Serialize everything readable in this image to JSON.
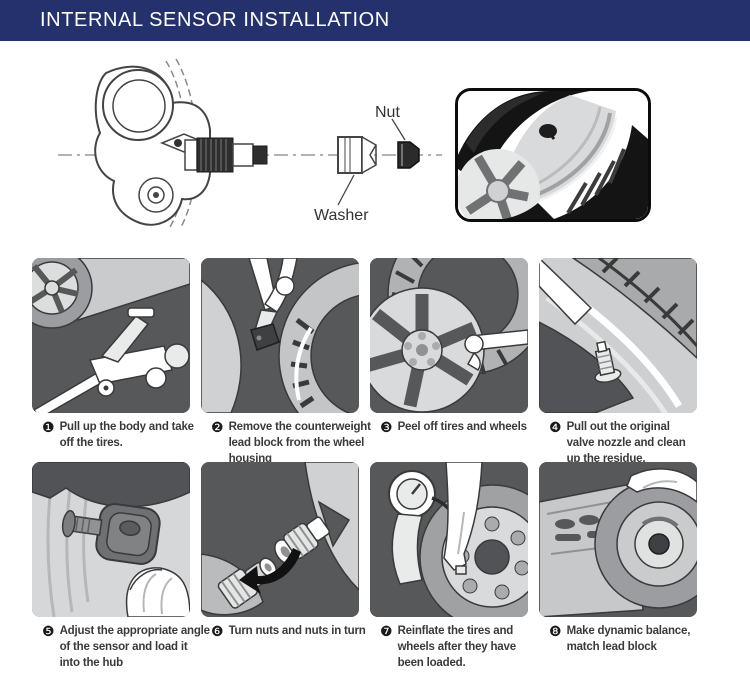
{
  "header": {
    "title": "INTERNAL SENSOR INSTALLATION"
  },
  "diagram": {
    "nut_label": "Nut",
    "washer_label": "Washer"
  },
  "steps": [
    {
      "num": "❶",
      "text": "Pull up the body and take\noff the tires."
    },
    {
      "num": "❷",
      "text": "Remove the counterweight\nlead block from the wheel\nhousing"
    },
    {
      "num": "❸",
      "text": "Peel off tires and wheels"
    },
    {
      "num": "❹",
      "text": "Pull out the original\nvalve nozzle and clean\nup the residue."
    },
    {
      "num": "❺",
      "text": "Adjust the appropriate angle\nof the sensor and load it\ninto the hub"
    },
    {
      "num": "❻",
      "text": "Turn nuts and nuts in turn"
    },
    {
      "num": "❼",
      "text": "Reinflate the tires and\nwheels after they have\nbeen loaded."
    },
    {
      "num": "❽",
      "text": "Make dynamic balance,\nmatch lead block"
    }
  ],
  "colors": {
    "header_bg": "#25316d",
    "header_text": "#ffffff",
    "caption_text": "#3a3a3a",
    "illustration_dark": "#57585a",
    "illustration_mid": "#a9abae",
    "illustration_light": "#d4d6d7",
    "outline": "#3a3a3a"
  }
}
